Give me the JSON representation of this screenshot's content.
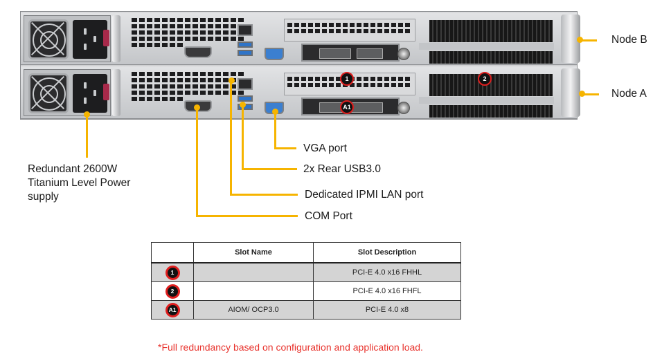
{
  "nodes": [
    {
      "id": "B",
      "label": "Node B"
    },
    {
      "id": "A",
      "label": "Node A"
    }
  ],
  "callouts": {
    "power_supply": [
      "Redundant  2600W",
      "Titanium  Level  Power",
      "supply"
    ],
    "vga_port": "VGA port",
    "usb": "2x Rear USB3.0",
    "ipmi": "Dedicated IPMI  LAN port",
    "com_port": "COM Port"
  },
  "slot_badges": {
    "slot1": "1",
    "slot2": "2",
    "slotA1": "A1"
  },
  "table": {
    "headers": [
      "",
      "Slot Name",
      "Slot Description"
    ],
    "rows": [
      {
        "badge": "1",
        "name": "",
        "description": "PCI-E 4.0 x16 FHHL",
        "shaded": true
      },
      {
        "badge": "2",
        "name": "",
        "description": "PCI-E 4.0 x16 FHFL",
        "shaded": false
      },
      {
        "badge": "A1",
        "name": "AIOM/ OCP3.0",
        "description": "PCI-E 4.0 x8",
        "shaded": true
      }
    ]
  },
  "footnote": "*Full redundancy based on configuration and application load.",
  "colors": {
    "callout_line": "#f6b400",
    "badge_ring": "#e01e1e",
    "footnote": "#e8322c",
    "usb_blue": "#2f74c8",
    "psu_latch": "#a8294a"
  }
}
